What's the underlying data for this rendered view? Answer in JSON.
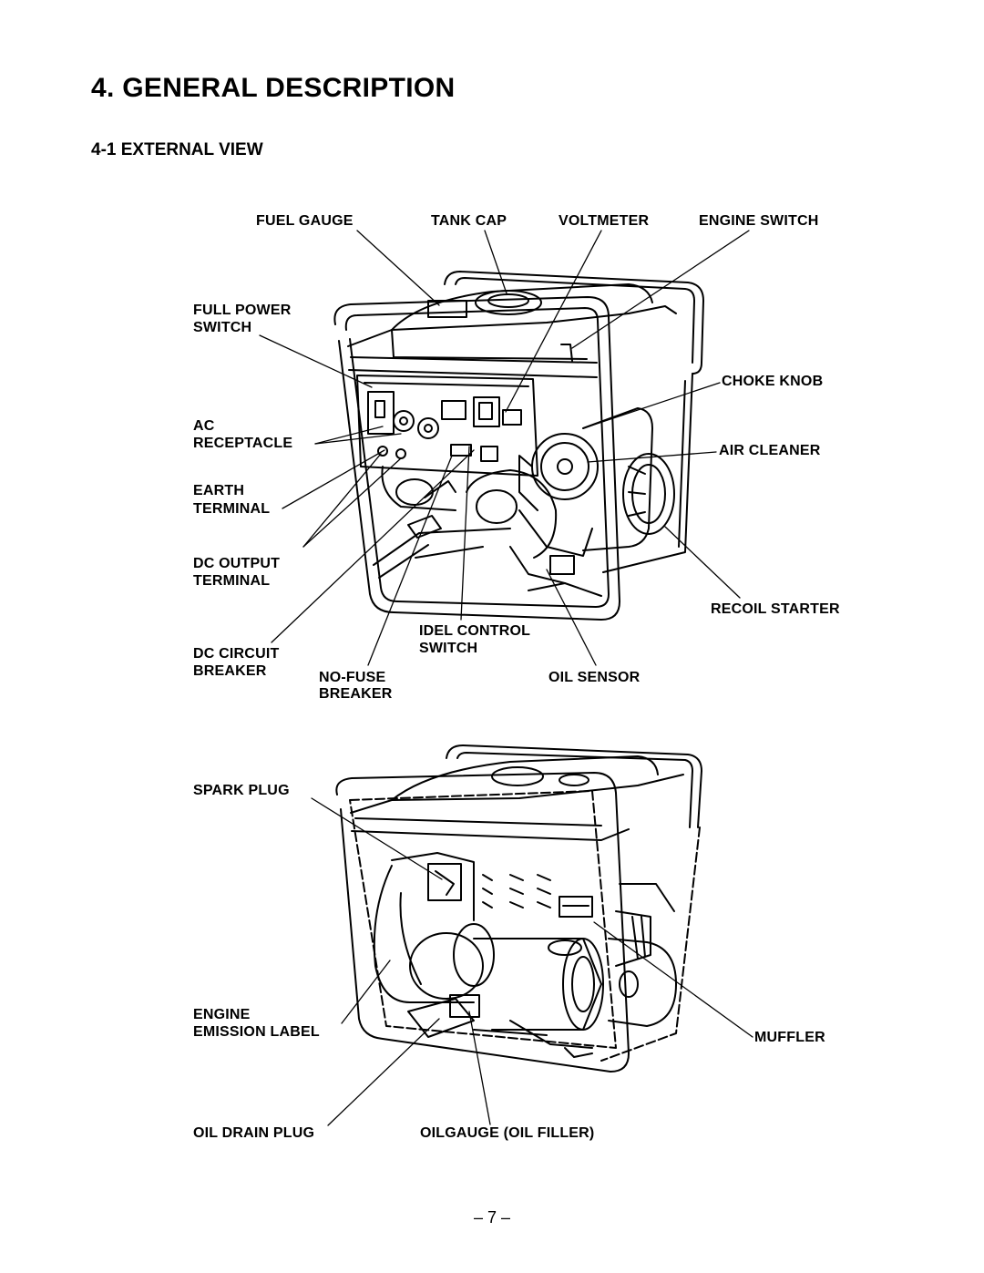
{
  "heading": "4. GENERAL DESCRIPTION",
  "subheading": "4-1 EXTERNAL VIEW",
  "front_view": {
    "labels": {
      "fuel_gauge": "FUEL GAUGE",
      "tank_cap": "TANK CAP",
      "voltmeter": "VOLTMETER",
      "engine_switch": "ENGINE SWITCH",
      "full_power_switch": [
        "FULL POWER",
        "SWITCH"
      ],
      "choke_knob": "CHOKE KNOB",
      "ac_receptacle": [
        "AC",
        "RECEPTACLE"
      ],
      "air_cleaner": "AIR CLEANER",
      "earth_terminal": [
        "EARTH",
        "TERMINAL"
      ],
      "dc_output_terminal": [
        "DC OUTPUT",
        "TERMINAL"
      ],
      "recoil_starter": "RECOIL STARTER",
      "idel_control_switch": [
        "IDEL CONTROL",
        "SWITCH"
      ],
      "dc_circuit_breaker": [
        "DC CIRCUIT",
        "BREAKER"
      ],
      "no_fuse_breaker": [
        "NO-FUSE",
        "BREAKER"
      ],
      "oil_sensor": "OIL SENSOR"
    }
  },
  "rear_view": {
    "labels": {
      "spark_plug": "SPARK PLUG",
      "engine_emission_label": [
        "ENGINE",
        "EMISSION LABEL"
      ],
      "muffler": "MUFFLER",
      "oil_drain_plug": "OIL DRAIN PLUG",
      "oilgauge": "OILGAUGE (OIL FILLER)"
    }
  },
  "page_number": "– 7 –"
}
